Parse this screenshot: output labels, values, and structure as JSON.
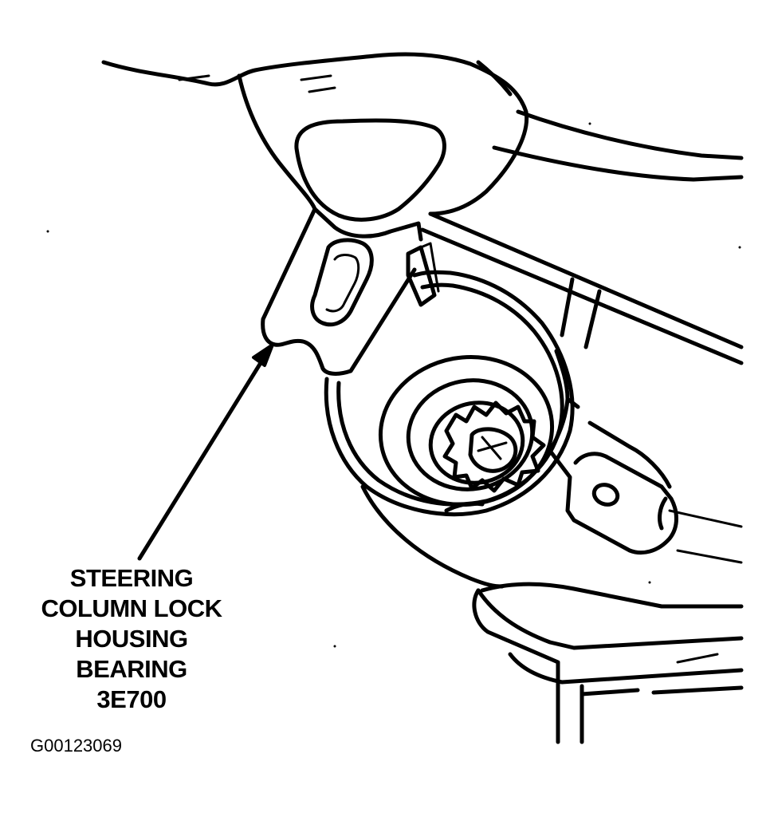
{
  "callout": {
    "lines": [
      "STEERING",
      "COLUMN LOCK",
      "HOUSING",
      "BEARING",
      "3E700"
    ]
  },
  "figure_id": "G00123069",
  "colors": {
    "ink": "#000000",
    "paper": "#ffffff"
  }
}
